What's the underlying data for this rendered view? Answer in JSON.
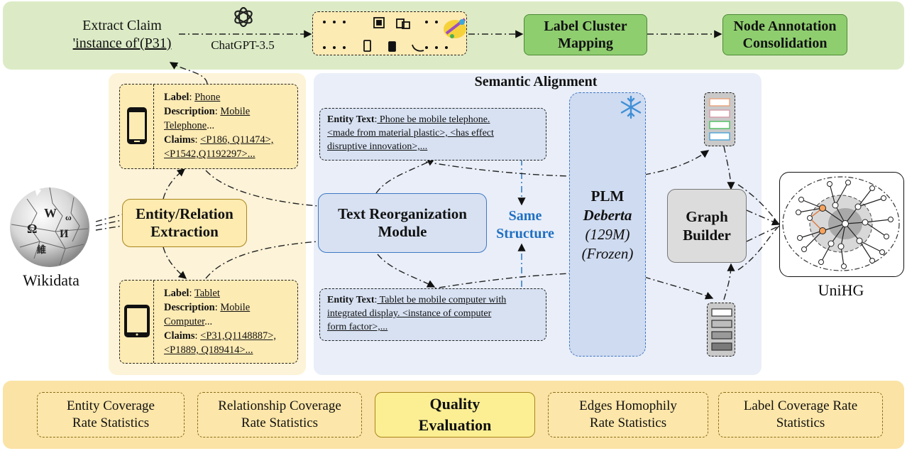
{
  "top": {
    "extract_claim_line1": "Extract Claim",
    "extract_claim_line2": "'instance of'(P31)",
    "chatgpt_label": "ChatGPT-3.5",
    "label_cluster_line1": "Label Cluster",
    "label_cluster_line2": "Mapping",
    "node_annotation_line1": "Node Annotation",
    "node_annotation_line2": "Consolidation"
  },
  "left": {
    "wikidata_label": "Wikidata",
    "extraction_line1": "Entity/Relation",
    "extraction_line2": "Extraction",
    "phone_card": {
      "label_key": "Label",
      "label_val": "Phone",
      "desc_key": "Description",
      "desc_val1": "Mobile",
      "desc_val2": "Telephone",
      "desc_tail": "...",
      "claims_key": "Claims",
      "claims_val1": "<P186, Q11474>,",
      "claims_val2": "<P1542,Q1192297>..."
    },
    "tablet_card": {
      "label_key": "Label",
      "label_val": "Tablet",
      "desc_key": "Description",
      "desc_val1": "Mobile",
      "desc_val2": "Computer",
      "desc_tail": "...",
      "claims_key": "Claims",
      "claims_val1": "<P31,Q1148887>,",
      "claims_val2": "<P1889, Q189414>..."
    }
  },
  "middle": {
    "semantic_title": "Semantic Alignment",
    "entity_text_key": "Entity Text",
    "phone_text_1": " Phone be mobile telephone.",
    "phone_text_2": "<made from material plastic>, <has effect",
    "phone_text_3": "disruptive innovation>,...",
    "tablet_text_1": " Tablet be mobile computer with",
    "tablet_text_2": "integrated display. <instance of computer",
    "tablet_text_3": "form factor>,...",
    "reorg_line1": "Text Reorganization",
    "reorg_line2": "Module",
    "same_line1": "Same",
    "same_line2": "Structure",
    "plm_line1": "PLM",
    "plm_line2": "Deberta",
    "plm_line3": "(129M)",
    "plm_line4": "(Frozen)",
    "graph_builder_line1": "Graph",
    "graph_builder_line2": "Builder"
  },
  "right": {
    "unihg_label": "UniHG"
  },
  "bottom": {
    "entity_cov_line1": "Entity Coverage",
    "entity_cov_line2": "Rate Statistics",
    "rel_cov_line1": "Relationship Coverage",
    "rel_cov_line2": "Rate Statistics",
    "quality_line1": "Quality",
    "quality_line2": "Evaluation",
    "edges_line1": "Edges Homophily",
    "edges_line2": "Rate Statistics",
    "label_cov_line1": "Label Coverage Rate",
    "label_cov_line2": "Statistics"
  },
  "colors": {
    "top_band": "#dcebc6",
    "bottom_band": "#fbe3a6",
    "green_box": "#8fce6f",
    "blue_accent": "#1f6fc2",
    "plm_fill": "#cfdbf0"
  }
}
